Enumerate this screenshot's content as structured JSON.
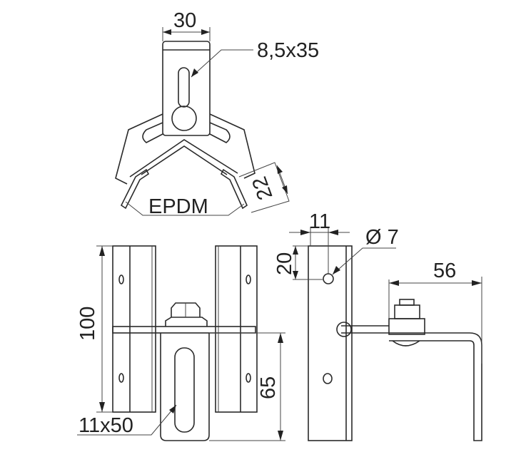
{
  "drawing": {
    "top_view": {
      "width_dim": "30",
      "slot_label": "8,5x35",
      "gasket_label": "EPDM",
      "height_dim": "22"
    },
    "front_view": {
      "height_dim": "100",
      "lower_dim": "65",
      "slot_label": "11x50"
    },
    "side_view": {
      "width_dim": "11",
      "hole_label": "Ø 7",
      "hole_offset_dim": "20",
      "arm_dim": "56"
    }
  }
}
